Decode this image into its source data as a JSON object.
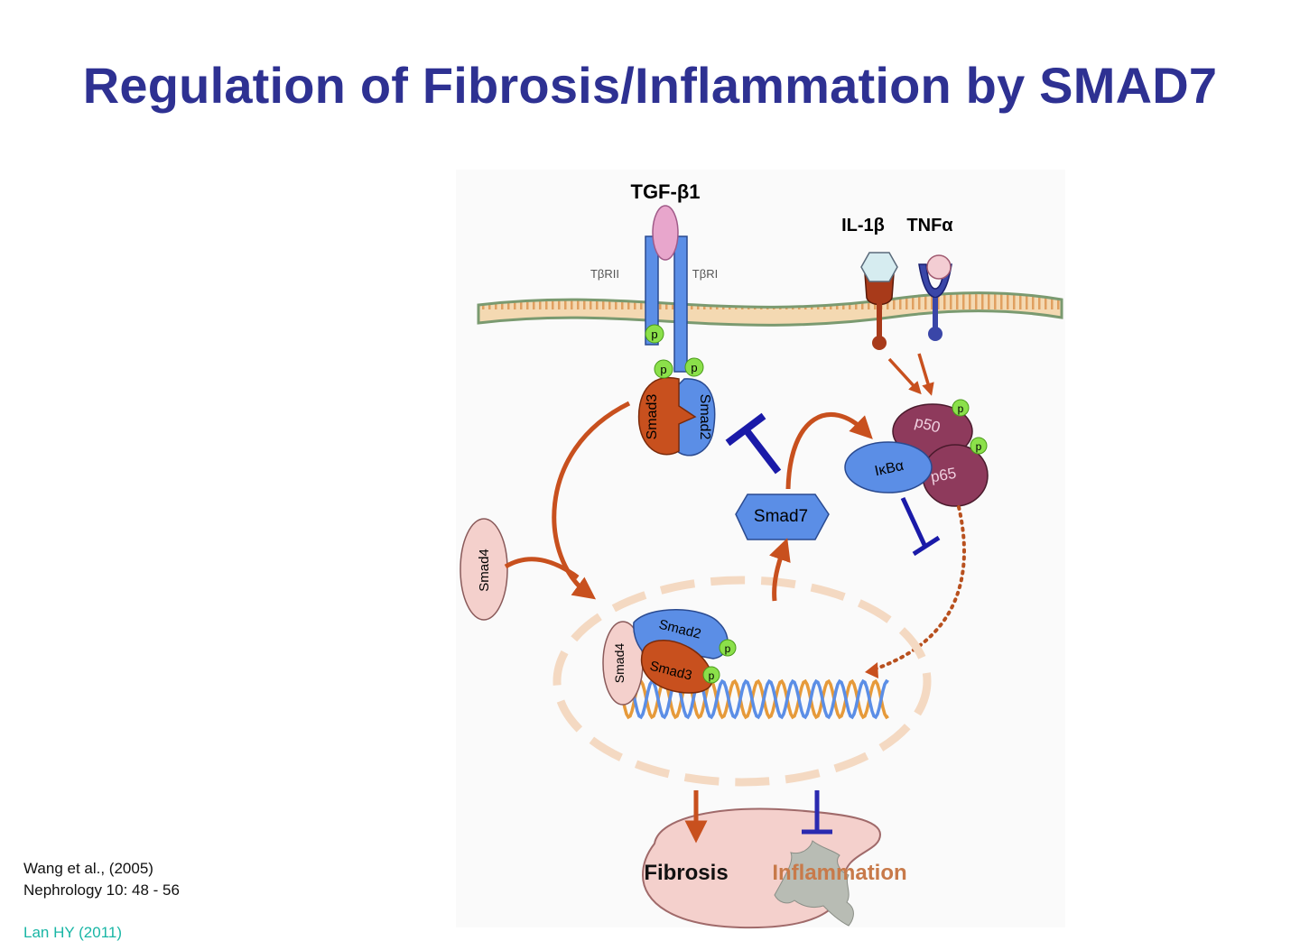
{
  "title": "Regulation of Fibrosis/Inflammation by SMAD7",
  "labels": {
    "tgf": "TGF-β1",
    "tbr2": "TβRII",
    "tbr1": "TβRI",
    "il1b": "IL-1β",
    "tnfa": "TNFα",
    "p": "p",
    "smad2": "Smad2",
    "smad3": "Smad3",
    "smad4": "Smad4",
    "smad7": "Smad7",
    "p50": "p50",
    "p65": "p65",
    "ikba": "IκBα",
    "fibrosis": "Fibrosis",
    "inflammation": "Inflammation"
  },
  "citation": {
    "author": "Wang et al., (2005)",
    "journal": "Nephrology 10: 48 - 56",
    "link": "Lan HY (2011)"
  },
  "colors": {
    "title": "#2e3192",
    "orange": "#c8501e",
    "blue": "#5b8ee6",
    "maroon": "#8e3a5c",
    "inhibit": "#1a1aa8",
    "phospho": "#8be04a"
  }
}
